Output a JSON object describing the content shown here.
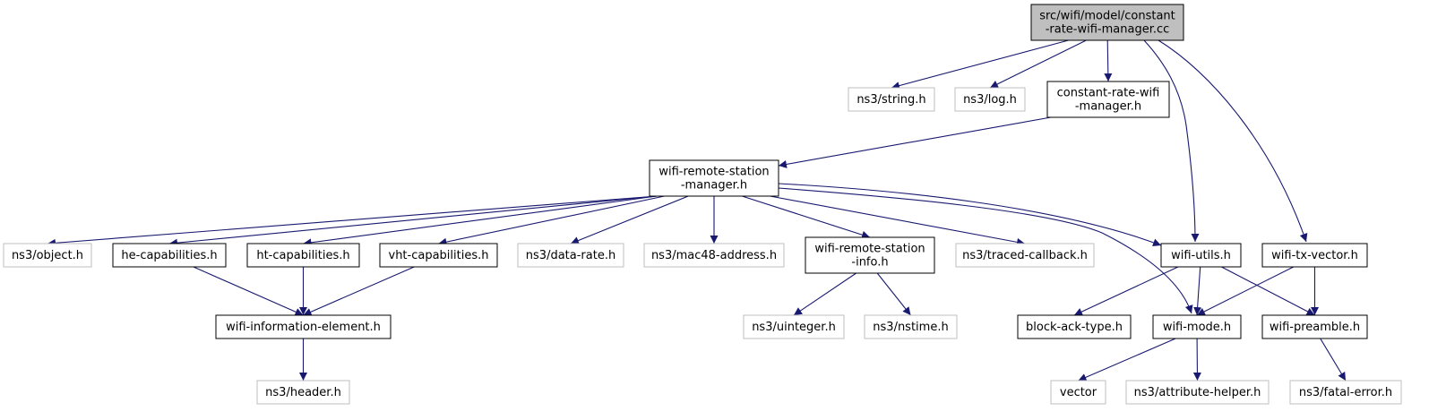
{
  "colors": {
    "edge": "#191970",
    "root_fill": "#bfbfbf",
    "internal_border": "#000000",
    "external_border": "#bfbfbf"
  },
  "nodes": [
    {
      "id": "root",
      "kind": "root",
      "lines": [
        "src/wifi/model/constant",
        "-rate-wifi-manager.cc"
      ]
    },
    {
      "id": "string",
      "kind": "external",
      "lines": [
        "ns3/string.h"
      ]
    },
    {
      "id": "log",
      "kind": "external",
      "lines": [
        "ns3/log.h"
      ]
    },
    {
      "id": "crwm",
      "kind": "internal",
      "lines": [
        "constant-rate-wifi",
        "-manager.h"
      ]
    },
    {
      "id": "wrsm",
      "kind": "internal",
      "lines": [
        "wifi-remote-station",
        "-manager.h"
      ]
    },
    {
      "id": "object",
      "kind": "external",
      "lines": [
        "ns3/object.h"
      ]
    },
    {
      "id": "hecap",
      "kind": "internal",
      "lines": [
        "he-capabilities.h"
      ]
    },
    {
      "id": "htcap",
      "kind": "internal",
      "lines": [
        "ht-capabilities.h"
      ]
    },
    {
      "id": "vhtcap",
      "kind": "internal",
      "lines": [
        "vht-capabilities.h"
      ]
    },
    {
      "id": "datarate",
      "kind": "external",
      "lines": [
        "ns3/data-rate.h"
      ]
    },
    {
      "id": "mac48",
      "kind": "external",
      "lines": [
        "ns3/mac48-address.h"
      ]
    },
    {
      "id": "wrsi",
      "kind": "internal",
      "lines": [
        "wifi-remote-station",
        "-info.h"
      ]
    },
    {
      "id": "traced",
      "kind": "external",
      "lines": [
        "ns3/traced-callback.h"
      ]
    },
    {
      "id": "utils",
      "kind": "internal",
      "lines": [
        "wifi-utils.h"
      ]
    },
    {
      "id": "txvec",
      "kind": "internal",
      "lines": [
        "wifi-tx-vector.h"
      ]
    },
    {
      "id": "wie",
      "kind": "internal",
      "lines": [
        "wifi-information-element.h"
      ]
    },
    {
      "id": "uinteger",
      "kind": "external",
      "lines": [
        "ns3/uinteger.h"
      ]
    },
    {
      "id": "nstime",
      "kind": "external",
      "lines": [
        "ns3/nstime.h"
      ]
    },
    {
      "id": "blockack",
      "kind": "internal",
      "lines": [
        "block-ack-type.h"
      ]
    },
    {
      "id": "mode",
      "kind": "internal",
      "lines": [
        "wifi-mode.h"
      ]
    },
    {
      "id": "preamble",
      "kind": "internal",
      "lines": [
        "wifi-preamble.h"
      ]
    },
    {
      "id": "header",
      "kind": "external",
      "lines": [
        "ns3/header.h"
      ]
    },
    {
      "id": "vector",
      "kind": "external",
      "lines": [
        "vector"
      ]
    },
    {
      "id": "attrhelper",
      "kind": "external",
      "lines": [
        "ns3/attribute-helper.h"
      ]
    },
    {
      "id": "fatal",
      "kind": "external",
      "lines": [
        "ns3/fatal-error.h"
      ]
    }
  ],
  "edges": [
    [
      "root",
      "string"
    ],
    [
      "root",
      "log"
    ],
    [
      "root",
      "crwm"
    ],
    [
      "root",
      "utils"
    ],
    [
      "root",
      "txvec"
    ],
    [
      "crwm",
      "wrsm"
    ],
    [
      "wrsm",
      "object"
    ],
    [
      "wrsm",
      "hecap"
    ],
    [
      "wrsm",
      "htcap"
    ],
    [
      "wrsm",
      "vhtcap"
    ],
    [
      "wrsm",
      "datarate"
    ],
    [
      "wrsm",
      "mac48"
    ],
    [
      "wrsm",
      "wrsi"
    ],
    [
      "wrsm",
      "traced"
    ],
    [
      "wrsm",
      "utils"
    ],
    [
      "wrsm",
      "mode"
    ],
    [
      "hecap",
      "wie"
    ],
    [
      "htcap",
      "wie"
    ],
    [
      "vhtcap",
      "wie"
    ],
    [
      "wie",
      "header"
    ],
    [
      "wrsi",
      "uinteger"
    ],
    [
      "wrsi",
      "nstime"
    ],
    [
      "utils",
      "blockack"
    ],
    [
      "utils",
      "mode"
    ],
    [
      "utils",
      "preamble"
    ],
    [
      "txvec",
      "mode"
    ],
    [
      "txvec",
      "preamble"
    ],
    [
      "mode",
      "vector"
    ],
    [
      "mode",
      "attrhelper"
    ],
    [
      "preamble",
      "fatal"
    ]
  ]
}
